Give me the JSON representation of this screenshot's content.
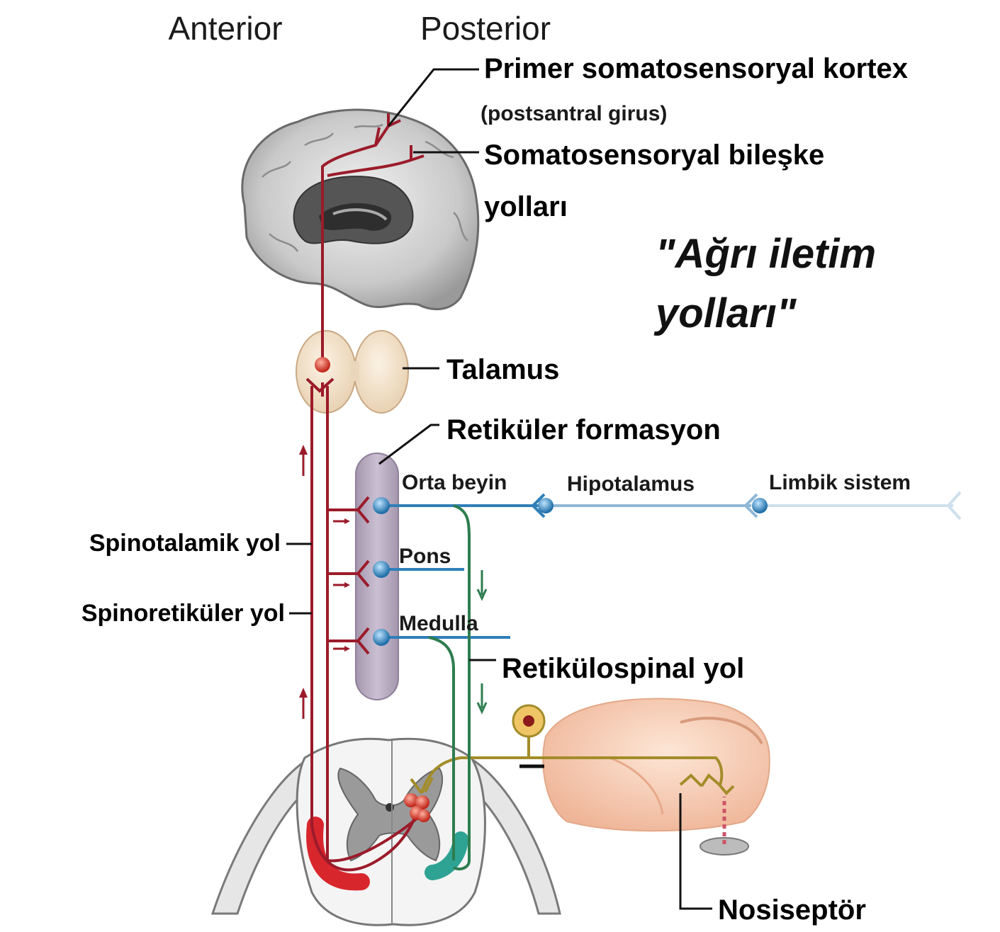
{
  "orientation": {
    "anterior": "Anterior",
    "posterior": "Posterior"
  },
  "title": {
    "line1": "\"Ağrı iletim",
    "line2": "yolları\""
  },
  "labels": {
    "primary_cortex": "Primer somatosensoryal kortex",
    "postcentral_gyrus": "(postsantral girus)",
    "association_line1": "Somatosensoryal bileşke",
    "association_line2": "yolları",
    "thalamus": "Talamus",
    "reticular_formation": "Retiküler formasyon",
    "midbrain": "Orta beyin",
    "hypothalamus": "Hipotalamus",
    "limbic_system": "Limbik sistem",
    "pons": "Pons",
    "medulla": "Medulla",
    "spinothalamic": "Spinotalamik yol",
    "spinoreticular": "Spinoretiküler yol",
    "reticulospinal": "Retikülospinal yol",
    "nociceptor": "Nosiseptör"
  },
  "colors": {
    "ascending_tract": "#9b1b2a",
    "descending_tract": "#2e7d4f",
    "reticular_neurons": "#2f7fb8",
    "sensory_neuron": "#a08a2a",
    "reticular_formation": "#b9abc2",
    "thalamus": "#f1e0c8",
    "brain": "#d0d0d0",
    "skin": "#f6cfb4"
  }
}
